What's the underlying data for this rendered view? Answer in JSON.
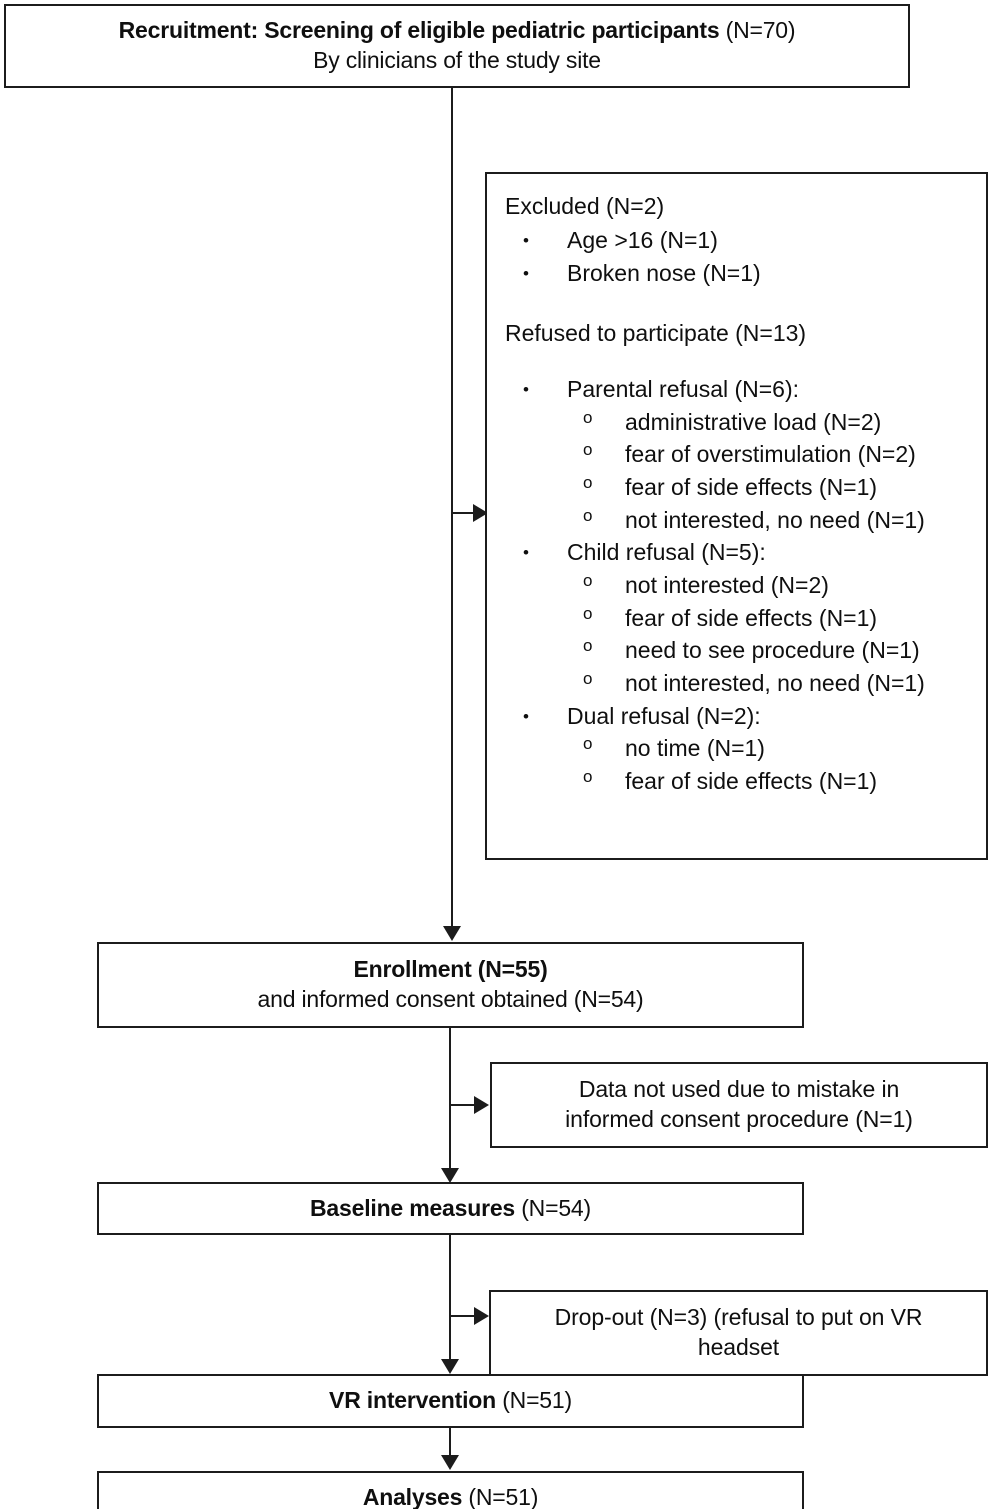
{
  "diagram": {
    "type": "flowchart",
    "title": "CONSORT-style participant flow diagram",
    "accent_color": "#1c1c1c",
    "background_color": "#ffffff"
  },
  "nodes": {
    "recruitment": {
      "title_bold": "Recruitment: Screening of eligible pediatric participants",
      "title_regular": " (N=70)",
      "subtitle": "By clinicians of the study site"
    },
    "exclusions": {
      "excluded_heading": "Excluded (N=2)",
      "excluded_items": [
        "Age >16 (N=1)",
        "Broken nose (N=1)"
      ],
      "refused_heading": "Refused to participate (N=13)",
      "refusal_groups": [
        {
          "label": "Parental refusal (N=6):",
          "reasons": [
            "administrative load (N=2)",
            "fear of overstimulation (N=2)",
            "fear of side effects (N=1)",
            "not interested, no need (N=1)"
          ]
        },
        {
          "label": "Child refusal (N=5):",
          "reasons": [
            "not interested (N=2)",
            "fear of side effects (N=1)",
            "need to see procedure (N=1)",
            "not interested, no need (N=1)"
          ]
        },
        {
          "label": "Dual refusal (N=2):",
          "reasons": [
            "no time (N=1)",
            "fear of side effects (N=1)"
          ]
        }
      ],
      "bullet_level1": "•",
      "bullet_level2": "o"
    },
    "enrollment": {
      "title_bold": "Enrollment (N=55)",
      "subtitle": "and informed consent obtained (N=54)"
    },
    "data_not_used": {
      "line1": "Data not used due to mistake in",
      "line2": "informed consent procedure (N=1)"
    },
    "baseline": {
      "title_bold": "Baseline measures",
      "title_regular": " (N=54)"
    },
    "dropout": {
      "line1": "Drop-out (N=3) (refusal to put on VR",
      "line2": "headset"
    },
    "vr_intervention": {
      "title_bold": "VR intervention",
      "title_regular": " (N=51)"
    },
    "analyses": {
      "title_bold": "Analyses",
      "title_regular": " (N=51)"
    }
  }
}
